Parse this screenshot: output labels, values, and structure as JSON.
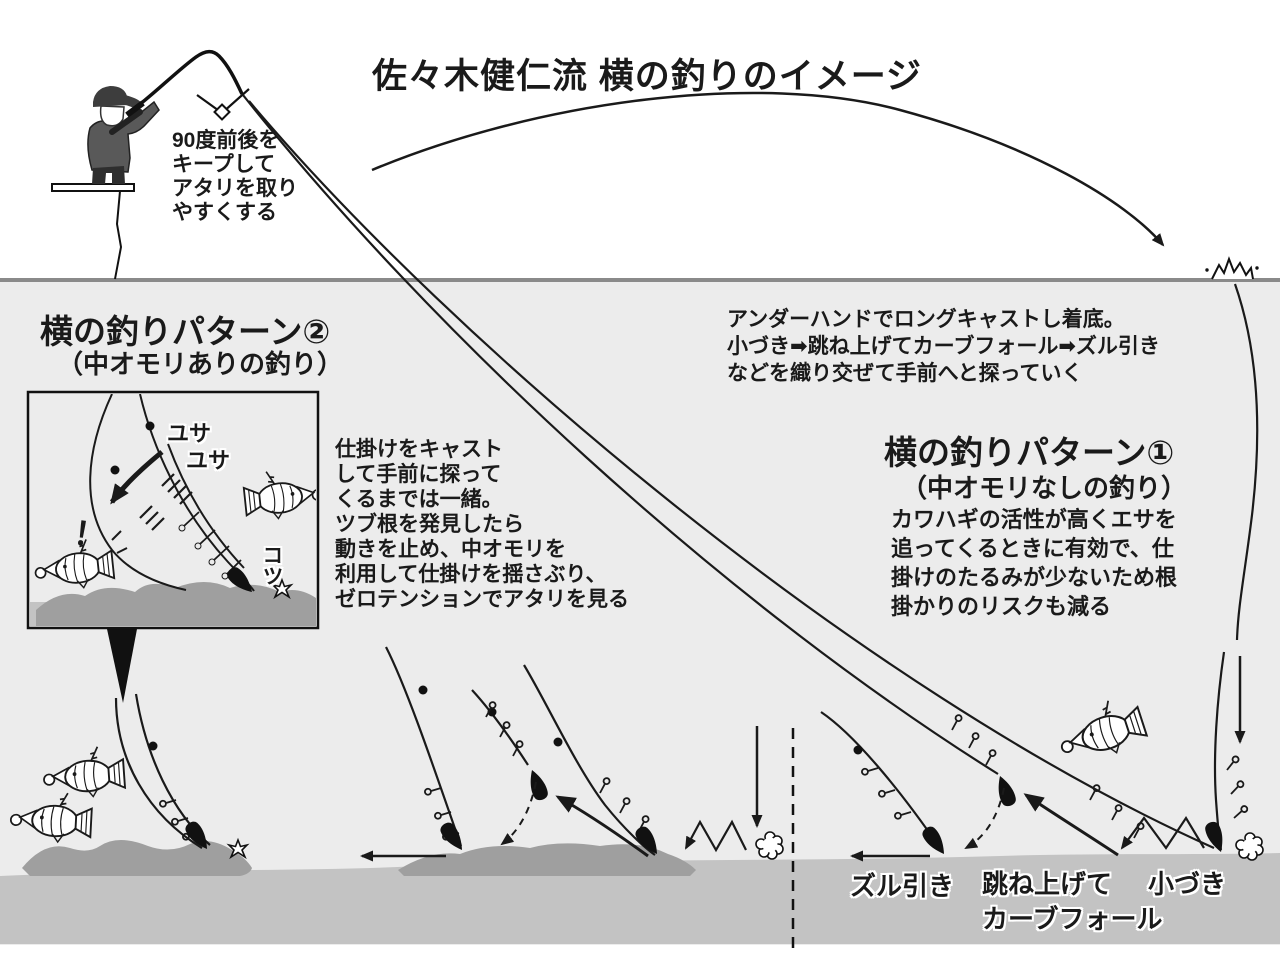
{
  "title": "佐々木健仁流 横の釣りのイメージ",
  "rod_note_lines": [
    "90度前後を",
    "キープして",
    "アタリを取り",
    "やすくする"
  ],
  "cast_note_lines": [
    "アンダーハンドでロングキャストし着底。",
    "小づき➡跳ね上げてカーブフォール➡ズル引き",
    "などを織り交ぜて手前へと探っていく"
  ],
  "pattern2": {
    "title": "横の釣りパターン②",
    "subtitle": "（中オモリありの釣り）",
    "desc_lines": [
      "仕掛けをキャスト",
      "して手前に探って",
      "くるまでは一緒。",
      "ツブ根を発見したら",
      "動きを止め、中オモリを",
      "利用して仕掛けを揺さぶり、",
      "ゼロテンションでアタリを見る"
    ]
  },
  "pattern1": {
    "title": "横の釣りパターン①",
    "subtitle": "（中オモリなしの釣り）",
    "desc_lines": [
      "カワハギの活性が高くエサを",
      "追ってくるときに有効で、仕",
      "掛けのたるみが少ないため根",
      "掛かりのリスクも減る"
    ]
  },
  "inset": {
    "yusa1": "ユサ",
    "yusa2": "ユサ",
    "kotsu": "コツ",
    "alert": "！"
  },
  "bottom_labels": {
    "zuru": "ズル引き",
    "hane": "跳ね上げて",
    "curve": "カーブフォール",
    "kozuki": "小づき"
  },
  "icons": [
    "fisherman-icon",
    "fishing-rod-icon",
    "splash-icon",
    "fish-icon",
    "sinker-icon",
    "hook-icon",
    "puff-icon",
    "star-icon",
    "right-angle-icon"
  ],
  "colors": {
    "paper": "#ffffff",
    "water": "#ececec",
    "seafloor": "#c3c3c3",
    "rocks": "#9f9f9f",
    "surface_line": "#8a8a8a",
    "ink": "#1a1a1a"
  }
}
